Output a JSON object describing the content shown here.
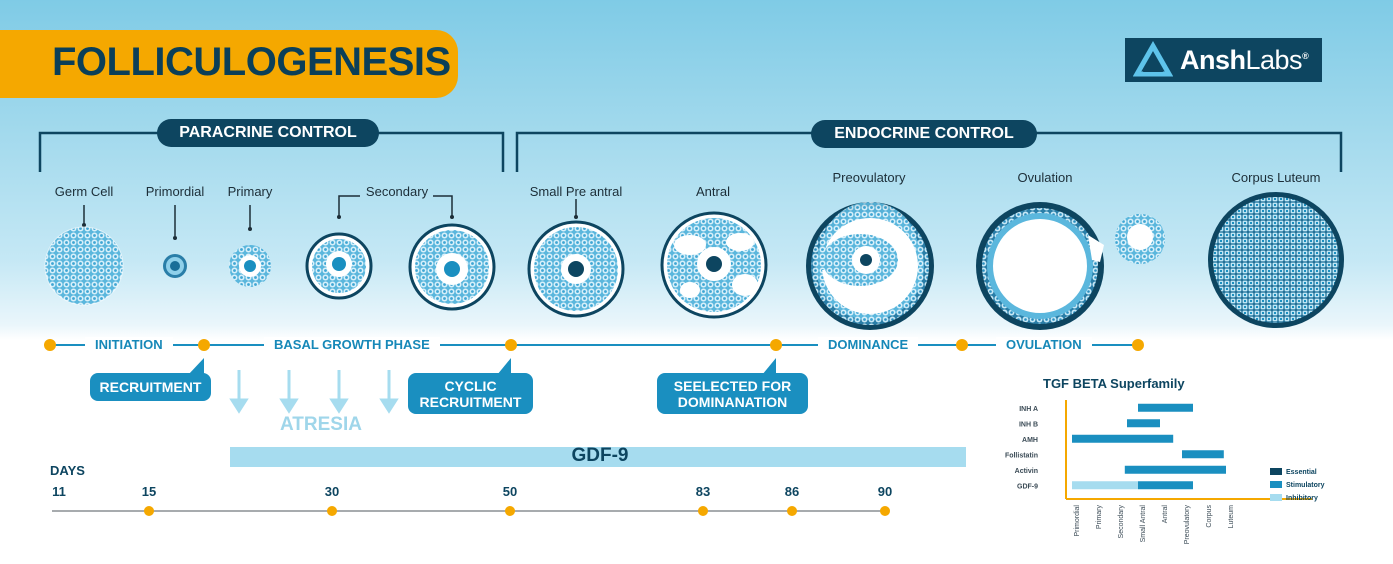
{
  "title": "FOLLICULOGENESIS",
  "logo": {
    "brand_bold": "Ansh",
    "brand_light": "Labs",
    "mark": "®"
  },
  "controls": {
    "paracrine": "PARACRINE CONTROL",
    "endocrine": "ENDOCRINE CONTROL"
  },
  "stages": {
    "germ_cell": "Germ Cell",
    "primordial": "Primordial",
    "primary": "Primary",
    "secondary": "Secondary",
    "small_pre_antral": "Small Pre antral",
    "antral": "Antral",
    "preovulatory": "Preovulatory",
    "ovulation": "Ovulation",
    "corpus_luteum": "Corpus Luteum"
  },
  "phases": {
    "initiation": "INITIATION",
    "basal": "BASAL GROWTH PHASE",
    "dominance": "DOMINANCE",
    "ovulation": "OVULATION"
  },
  "events": {
    "recruitment": "RECRUITMENT",
    "cyclic_1": "CYCLIC",
    "cyclic_2": "RECRUITMENT",
    "selected_1": "SEELECTED FOR",
    "selected_2": "DOMINANATION"
  },
  "atresia": "ATRESIA",
  "gdf9": "GDF-9",
  "days": {
    "label": "DAYS",
    "values": [
      "11",
      "15",
      "30",
      "50",
      "83",
      "86",
      "90"
    ]
  },
  "colors": {
    "navy": "#0d4560",
    "blue": "#1a8fc0",
    "light_blue": "#a6dcef",
    "orange": "#f5a800"
  },
  "chart_data": {
    "type": "bar",
    "title": "TGF BETA Superfamily",
    "categories": [
      "Primordial",
      "Primary",
      "Secondary",
      "Small Antral",
      "Antral",
      "Preovulatory",
      "Corpus",
      "Luteum"
    ],
    "rows": [
      "INH A",
      "INH B",
      "AMH",
      "Follistatin",
      "Activin",
      "GDF-9"
    ],
    "legend": [
      {
        "name": "Essential",
        "color": "#0d4560"
      },
      {
        "name": "Stimulatory",
        "color": "#1a8fc0"
      },
      {
        "name": "Inhibitory",
        "color": "#a6dcef"
      }
    ],
    "bars": [
      {
        "row": "INH A",
        "segments": [
          {
            "start": 3,
            "end": 5.5,
            "kind": "Stimulatory"
          }
        ]
      },
      {
        "row": "INH B",
        "segments": [
          {
            "start": 2.5,
            "end": 4,
            "kind": "Stimulatory"
          }
        ]
      },
      {
        "row": "AMH",
        "segments": [
          {
            "start": 0,
            "end": 4.6,
            "kind": "Stimulatory"
          }
        ]
      },
      {
        "row": "Follistatin",
        "segments": [
          {
            "start": 5,
            "end": 6.9,
            "kind": "Stimulatory"
          }
        ]
      },
      {
        "row": "Activin",
        "segments": [
          {
            "start": 2.4,
            "end": 7.0,
            "kind": "Stimulatory"
          }
        ]
      },
      {
        "row": "GDF-9",
        "segments": [
          {
            "start": 0,
            "end": 3.0,
            "kind": "Inhibitory"
          },
          {
            "start": 3.0,
            "end": 5.5,
            "kind": "Stimulatory"
          }
        ]
      }
    ],
    "legend_position": "right"
  }
}
